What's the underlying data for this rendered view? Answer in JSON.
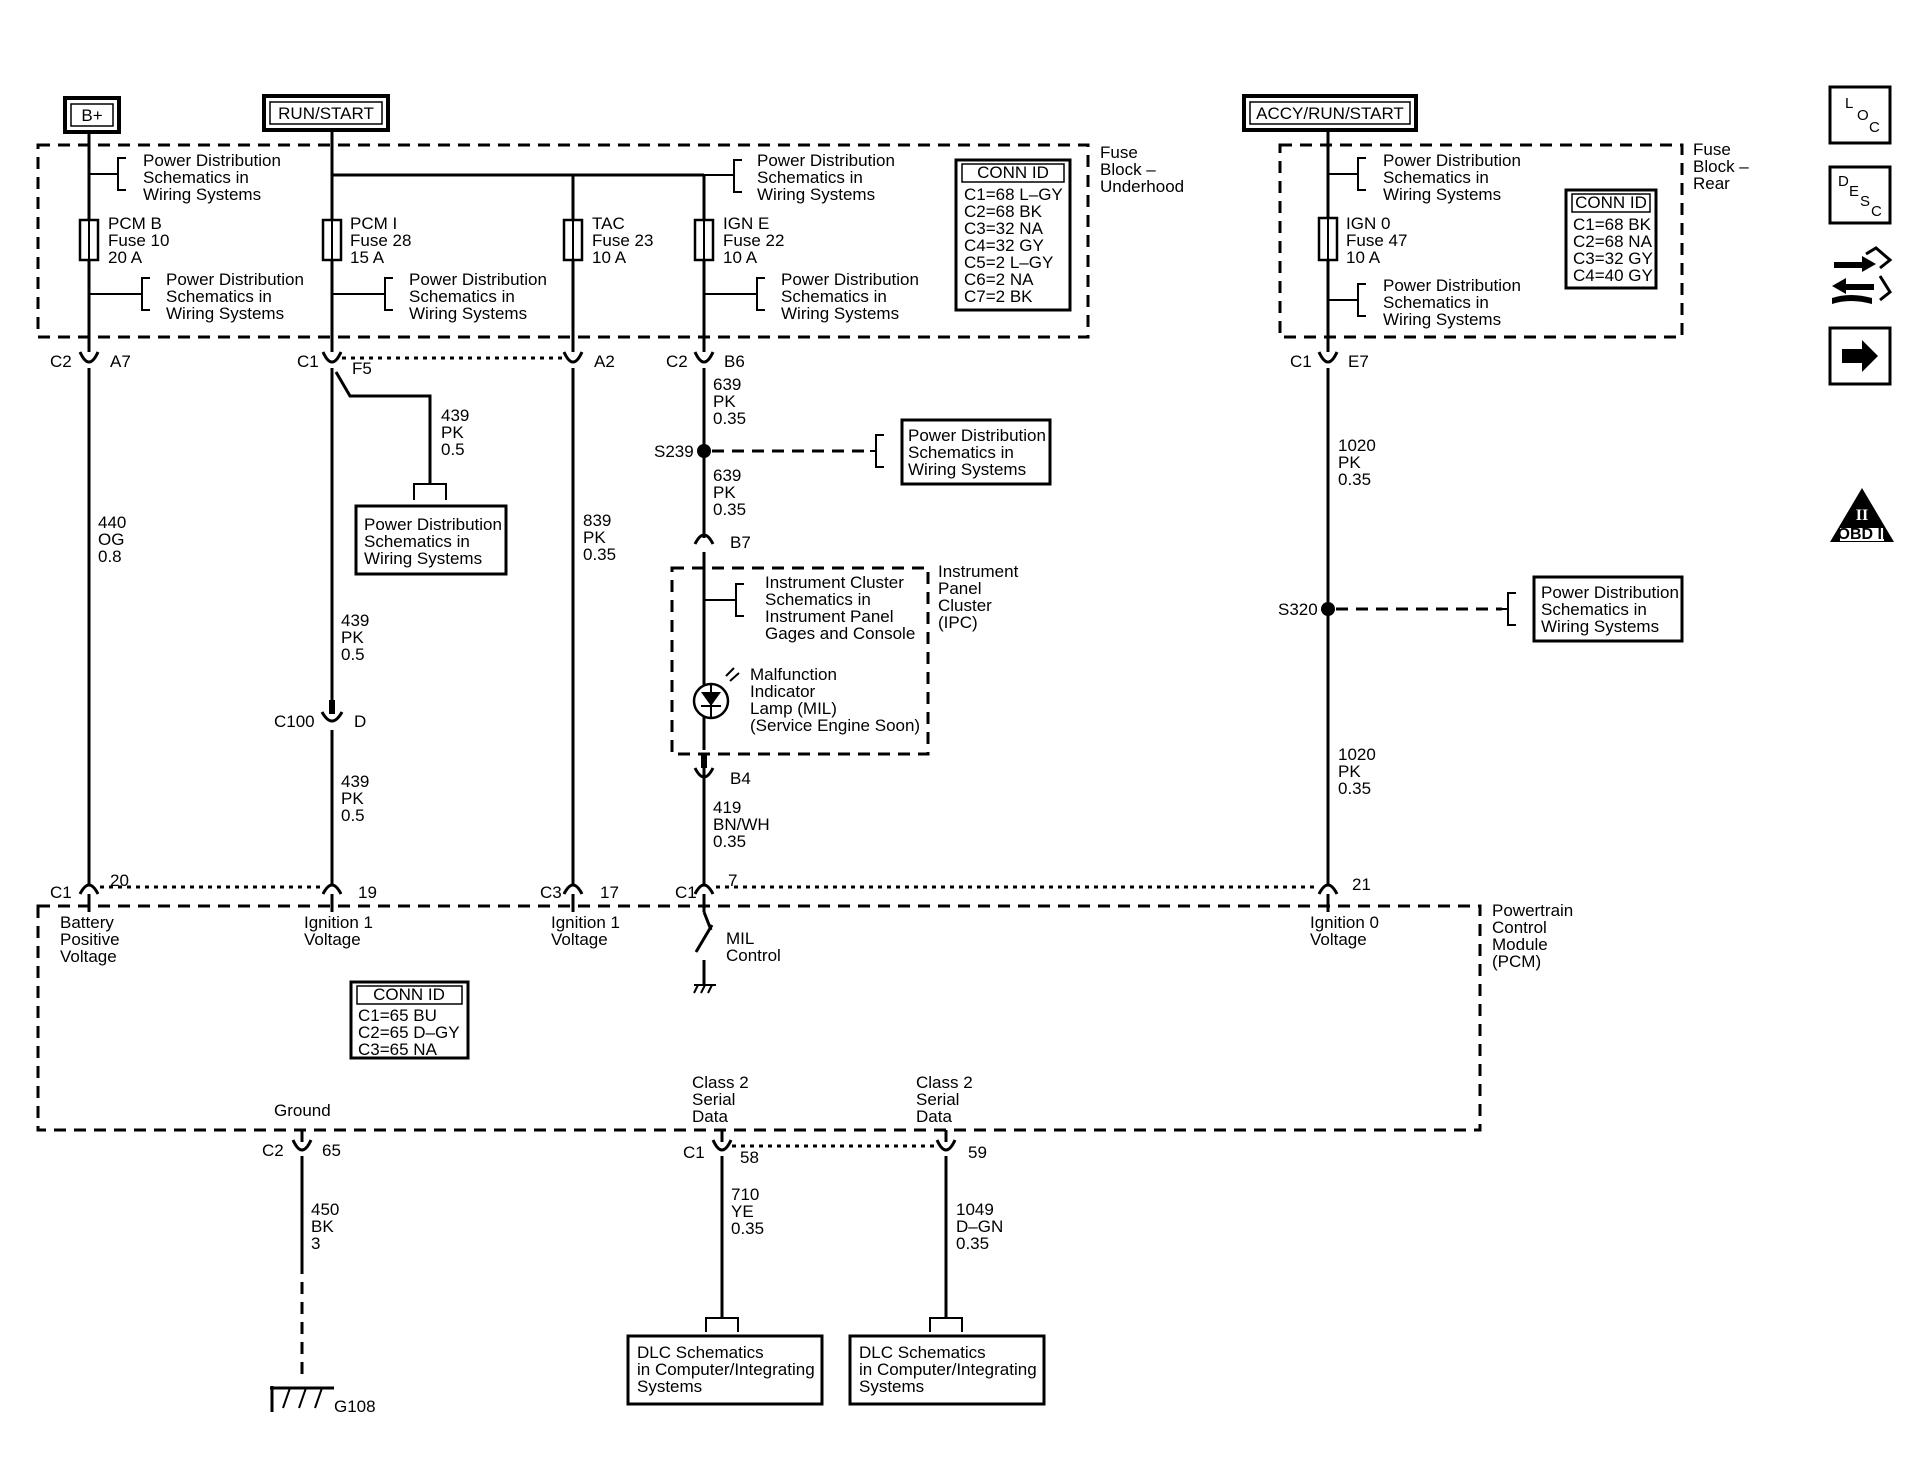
{
  "power_labels": {
    "bplus": "B+",
    "run_start": "RUN/START",
    "accy_run_start": "ACCY/RUN/START"
  },
  "pd": [
    "Power Distribution",
    "Schematics in",
    "Wiring Systems"
  ],
  "pd_spaced": [
    "Power Distribution",
    "Schematics in",
    "Wiring  Systems"
  ],
  "fuse_block_underhood": [
    "Fuse",
    "Block –",
    "Underhood"
  ],
  "fuse_block_rear": [
    "Fuse",
    "Block –",
    "Rear"
  ],
  "fuses": {
    "pcmb": [
      "PCM B",
      "Fuse 10",
      "20 A"
    ],
    "pcmi": [
      "PCM I",
      "Fuse 28",
      "15 A"
    ],
    "tac": [
      "TAC",
      "Fuse 23",
      "10 A"
    ],
    "igne": [
      "IGN E",
      "Fuse 22",
      "10 A"
    ],
    "ign0": [
      "IGN 0",
      "Fuse 47",
      "10 A"
    ]
  },
  "conn_underhood": {
    "title": "CONN ID",
    "rows": [
      "C1=68 L–GY",
      "C2=68 BK",
      "C3=32 NA",
      "C4=32 GY",
      "C5=2 L–GY",
      "C6=2 NA",
      "C7=2 BK"
    ]
  },
  "conn_rear": {
    "title": "CONN ID",
    "rows": [
      "C1=68 BK",
      "C2=68 NA",
      "C3=32 GY",
      "C4=40 GY"
    ]
  },
  "conn_pcm": {
    "title": "CONN ID",
    "rows": [
      "C1=65 BU",
      "C2=65 D–GY",
      "C3=65 NA"
    ]
  },
  "terminals": {
    "c2": "C2",
    "a7": "A7",
    "c1": "C1",
    "f5": "F5",
    "a2": "A2",
    "b6": "B6",
    "e7": "E7",
    "b7": "B7",
    "b4": "B4",
    "c100": "C100",
    "d": "D",
    "t20": "20",
    "t19": "19",
    "c3": "C3",
    "t17": "17",
    "t7": "7",
    "t21": "21",
    "t65": "65",
    "t58": "58",
    "t59": "59"
  },
  "wires": {
    "w440": [
      "440",
      "OG",
      "0.8"
    ],
    "w439a": [
      "439",
      "PK",
      "0.5"
    ],
    "w439b": [
      "439",
      "PK",
      "0.5"
    ],
    "w439c": [
      "439",
      "PK",
      "0.5"
    ],
    "w839": [
      "839",
      "PK",
      "0.35"
    ],
    "w639a": [
      "639",
      "PK",
      "0.35"
    ],
    "w639b": [
      "639",
      "PK",
      "0.35"
    ],
    "w419": [
      "419",
      "BN/WH",
      "0.35"
    ],
    "w1020a": [
      "1020",
      "PK",
      "0.35"
    ],
    "w1020b": [
      "1020",
      "PK",
      "0.35"
    ],
    "w450": [
      "450",
      "BK",
      "3"
    ],
    "w710": [
      "710",
      "YE",
      "0.35"
    ],
    "w1049": [
      "1049",
      "D–GN",
      "0.35"
    ]
  },
  "splices": {
    "s239": "S239",
    "s320": "S320"
  },
  "ipc": {
    "label": [
      "Instrument",
      "Panel",
      "Cluster",
      "(IPC)"
    ],
    "ref": [
      "Instrument  Cluster",
      "Schematics in",
      "Instrument Panel",
      "Gages and Console"
    ],
    "mil": [
      "Malfunction",
      "Indicator",
      "Lamp (MIL)",
      "(Service Engine Soon)"
    ]
  },
  "pcm": {
    "label": [
      "Powertrain",
      "Control",
      "Module",
      "(PCM)"
    ],
    "battery": [
      "Battery",
      "Positive",
      "Voltage"
    ],
    "ign1a": [
      "Ignition 1",
      "Voltage"
    ],
    "ign1b": [
      "Ignition 1",
      "Voltage"
    ],
    "ign0": [
      "Ignition 0",
      "Voltage"
    ],
    "mil": [
      "MIL",
      "Control"
    ],
    "ground": "Ground",
    "class2a": [
      "Class 2",
      "Serial",
      "Data"
    ],
    "class2b": [
      "Class 2",
      "Serial",
      "Data"
    ]
  },
  "dlc": [
    "DLC Schematics",
    "in Computer/Integrating",
    "Systems"
  ],
  "ground_id": "G108",
  "icons": {
    "loc": {
      "name": "location-icon",
      "letters": [
        "L",
        "O",
        "C"
      ]
    },
    "desc": {
      "name": "description-icon",
      "letters": [
        "D",
        "E",
        "S",
        "C"
      ]
    },
    "connector": {
      "name": "connector-end-view-icon"
    },
    "next": {
      "name": "next-page-arrow-icon"
    },
    "obd": {
      "name": "obd-ii-icon",
      "text_top": "II",
      "text_bottom": "OBD II"
    }
  }
}
